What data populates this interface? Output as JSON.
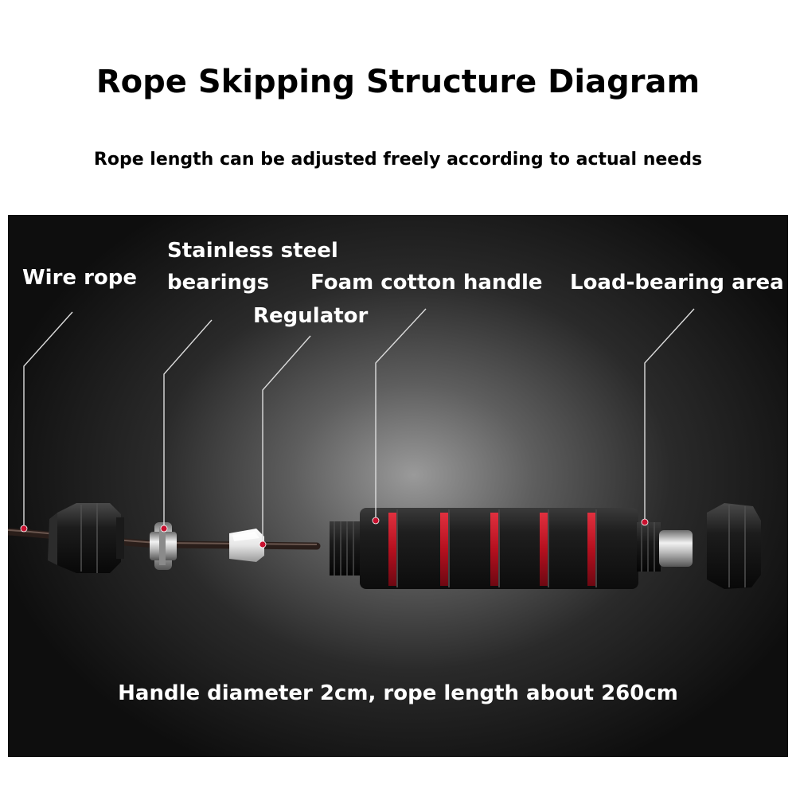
{
  "title": "Rope Skipping Structure Diagram",
  "subtitle": "Rope length can be adjusted freely according to actual needs",
  "labels": {
    "wire_rope": "Wire rope",
    "bearings_line1": "Stainless steel",
    "bearings_line2": "bearings",
    "regulator": "Regulator",
    "foam_handle": "Foam cotton handle",
    "load_bearing": "Load-bearing area"
  },
  "footer": "Handle diameter 2cm, rope length about 260cm",
  "colors": {
    "accent_red": "#c8102e",
    "foam_black": "#1a1a1a",
    "leader_line": "#dcdcdc"
  }
}
